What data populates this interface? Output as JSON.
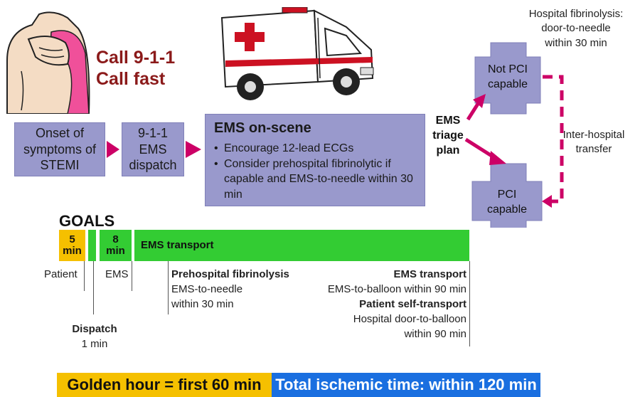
{
  "call": {
    "text": "Call 9-1-1\nCall fast"
  },
  "flow": {
    "onset": "Onset of\nsymptoms of\nSTEMI",
    "dispatch": "9-1-1\nEMS\ndispatch",
    "ems_title": "EMS on-scene",
    "ems_bullets": [
      "Encourage 12-lead ECGs",
      "Consider prehospital fibrinolytic if capable and EMS-to-needle within 30 min"
    ],
    "triage": "EMS\ntriage\nplan",
    "not_pci": "Not PCI\ncapable",
    "pci": "PCI\ncapable",
    "hospital_fibrinolysis": "Hospital fibrinolysis:\ndoor-to-needle\nwithin 30 min",
    "inter_hospital": "Inter-hospital\ntransfer"
  },
  "goals": {
    "title": "GOALS",
    "cell_5": "5\nmin",
    "cell_8": "8\nmin",
    "cell_transport": "EMS transport",
    "patient": "Patient",
    "ems": "EMS",
    "prehospital_title": "Prehospital fibrinolysis",
    "prehospital_line1": "EMS-to-needle",
    "prehospital_line2": "within 30 min",
    "ems_transport_title": "EMS transport",
    "ems_transport_line": "EMS-to-balloon within 90 min",
    "self_title": "Patient self-transport",
    "self_line1": "Hospital door-to-balloon",
    "self_line2": "within 90 min",
    "dispatch_title": "Dispatch",
    "dispatch_time": "1 min"
  },
  "bottom": {
    "golden": "Golden hour = first 60 min",
    "total": "Total ischemic time: within 120 min"
  },
  "colors": {
    "box": "#9999cc",
    "arrow": "#cc0066",
    "green": "#33cc33",
    "orange": "#f5c000",
    "blue": "#1a6fe0",
    "call_text": "#8b1a1a"
  }
}
